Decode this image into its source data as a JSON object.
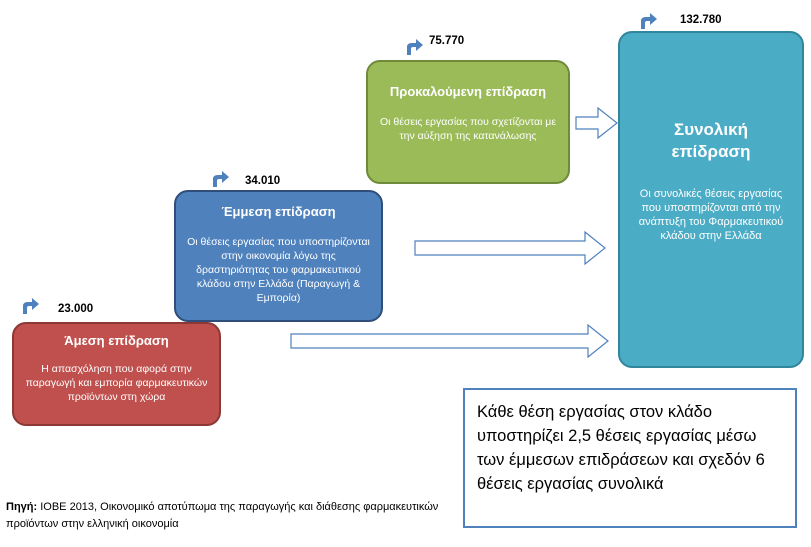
{
  "direct": {
    "value": "23.000",
    "title": "Άμεση επίδραση",
    "desc": "Η απασχόληση που αφορά στην παραγωγή και εμπορία φαρμακευτικών προϊόντων στη χώρα",
    "color": "#c0504d"
  },
  "indirect": {
    "value": "34.010",
    "title": "Έμμεση επίδραση",
    "desc": "Οι θέσεις εργασίας που υποστηρίζονται στην οικονομία λόγω της δραστηριότητας του φαρμακευτικού κλάδου στην Ελλάδα (Παραγωγή & Εμπορία)",
    "color": "#4f81bd"
  },
  "induced": {
    "value": "75.770",
    "title": "Προκαλούμενη επίδραση",
    "desc": "Οι θέσεις εργασίας που σχετίζονται με την αύξηση της κατανάλωσης",
    "color": "#9bbb59"
  },
  "total": {
    "value": "132.780",
    "title": "Συνολική επίδραση",
    "desc": "Οι συνολικές θέσεις εργασίας που υποστηρίζονται από την ανάπτυξη του Φαρμακευτικού κλάδου στην Ελλάδα",
    "color": "#4bacc6"
  },
  "icons": {
    "value_marker": "curved-arrow-icon",
    "flow": "right-arrow-icon"
  },
  "callout": {
    "text": "Κάθε θέση εργασίας στον κλάδο υποστηρίζει 2,5 θέσεις εργασίας μέσω των έμμεσων επιδράσεων και σχεδόν 6 θέσεις εργασίας συνολικά"
  },
  "source": {
    "label": "Πηγή:",
    "text": " ΙΟΒΕ  2013, Οικονομικό αποτύπωμα της παραγωγής και διάθεσης φαρμακευτικών προϊόντων στην ελληνική οικονομία"
  }
}
